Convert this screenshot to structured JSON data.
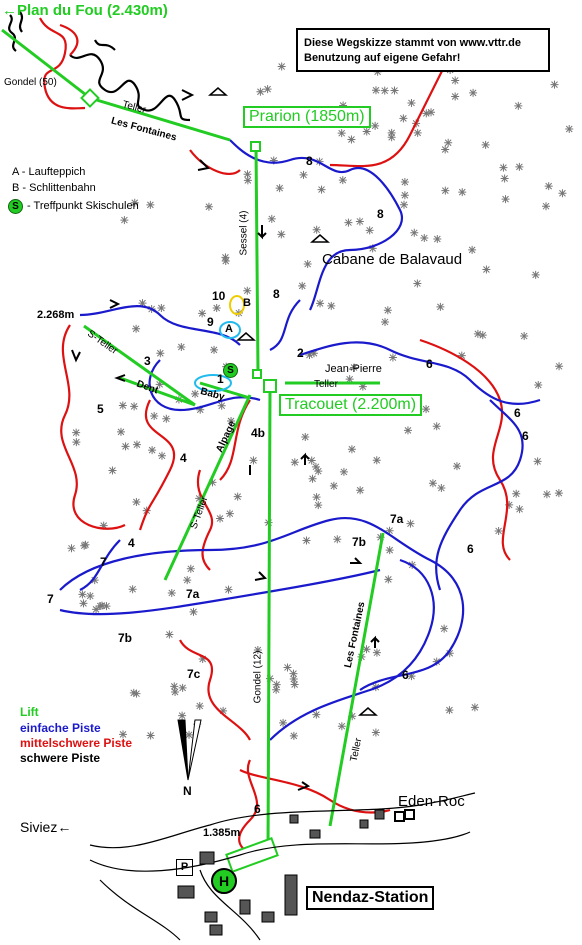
{
  "title_top": "←Plan du Fou (2.430m)",
  "disclaimer": {
    "line1": "Diese Wegskizze stammt von www.vttr.de",
    "line2": "Benutzung auf eigene Gefahr!"
  },
  "legend_abbrev": {
    "a": "A - Laufteppich",
    "b": "B - Schlittenbahn",
    "s_symbol": "S",
    "s": "- Treffpunkt Skischulen"
  },
  "legend_colors": {
    "lift": "Lift",
    "easy": "einfache Piste",
    "medium": "mittelschwere Piste",
    "hard": "schwere Piste"
  },
  "colors": {
    "lift": "#22cc22",
    "easy": "#1a1acc",
    "medium": "#dd1111",
    "hard": "#000000",
    "tree": "#888888"
  },
  "stations": {
    "prarion": "Prarion (1850m)",
    "tracouet": "Tracouet (2.200m)",
    "cabane": "Cabane de Balavaud",
    "eden_roc": "Eden-Roc",
    "nendaz": "Nendaz-Station",
    "siviez": "Siviez",
    "alt_2268": "2.268m",
    "alt_1385": "1.385m"
  },
  "lifts": {
    "gondel_top": "Gondel (50)",
    "teller_top": "Teller",
    "les_fontaines_top": "Les Fontaines",
    "sessel": "Sessel (4)",
    "s_teller": "S-Teller",
    "dent": "Dent",
    "baby": "Baby",
    "jean_pierre": "Jean-Pierre",
    "teller_jp": "Teller",
    "alpage": "Alpage",
    "s_teller_2": "S-Teller",
    "gondel_main": "Gondel (12)",
    "les_fontaines_low": "Les Fontaines",
    "teller_low": "Teller"
  },
  "piste_numbers": {
    "n8a": "8",
    "n8b": "8",
    "n8c": "8",
    "n10": "10",
    "n9": "9",
    "n1": "1",
    "n2": "2",
    "n3": "3",
    "n6a": "6",
    "n6b": "6",
    "n6c": "6",
    "n6d": "6",
    "n6e": "6",
    "n5": "5",
    "n4a": "4",
    "n4b": "4b",
    "n4c": "4",
    "n7a": "7",
    "n7b": "7",
    "n7a2": "7a",
    "n7b2": "7b",
    "n7b3": "7b",
    "n7a3": "7a",
    "n7c": "7c"
  },
  "letters": {
    "a": "A",
    "b": "B",
    "s": "S"
  },
  "misc": {
    "parking": "P",
    "heli": "H",
    "north": "N"
  }
}
